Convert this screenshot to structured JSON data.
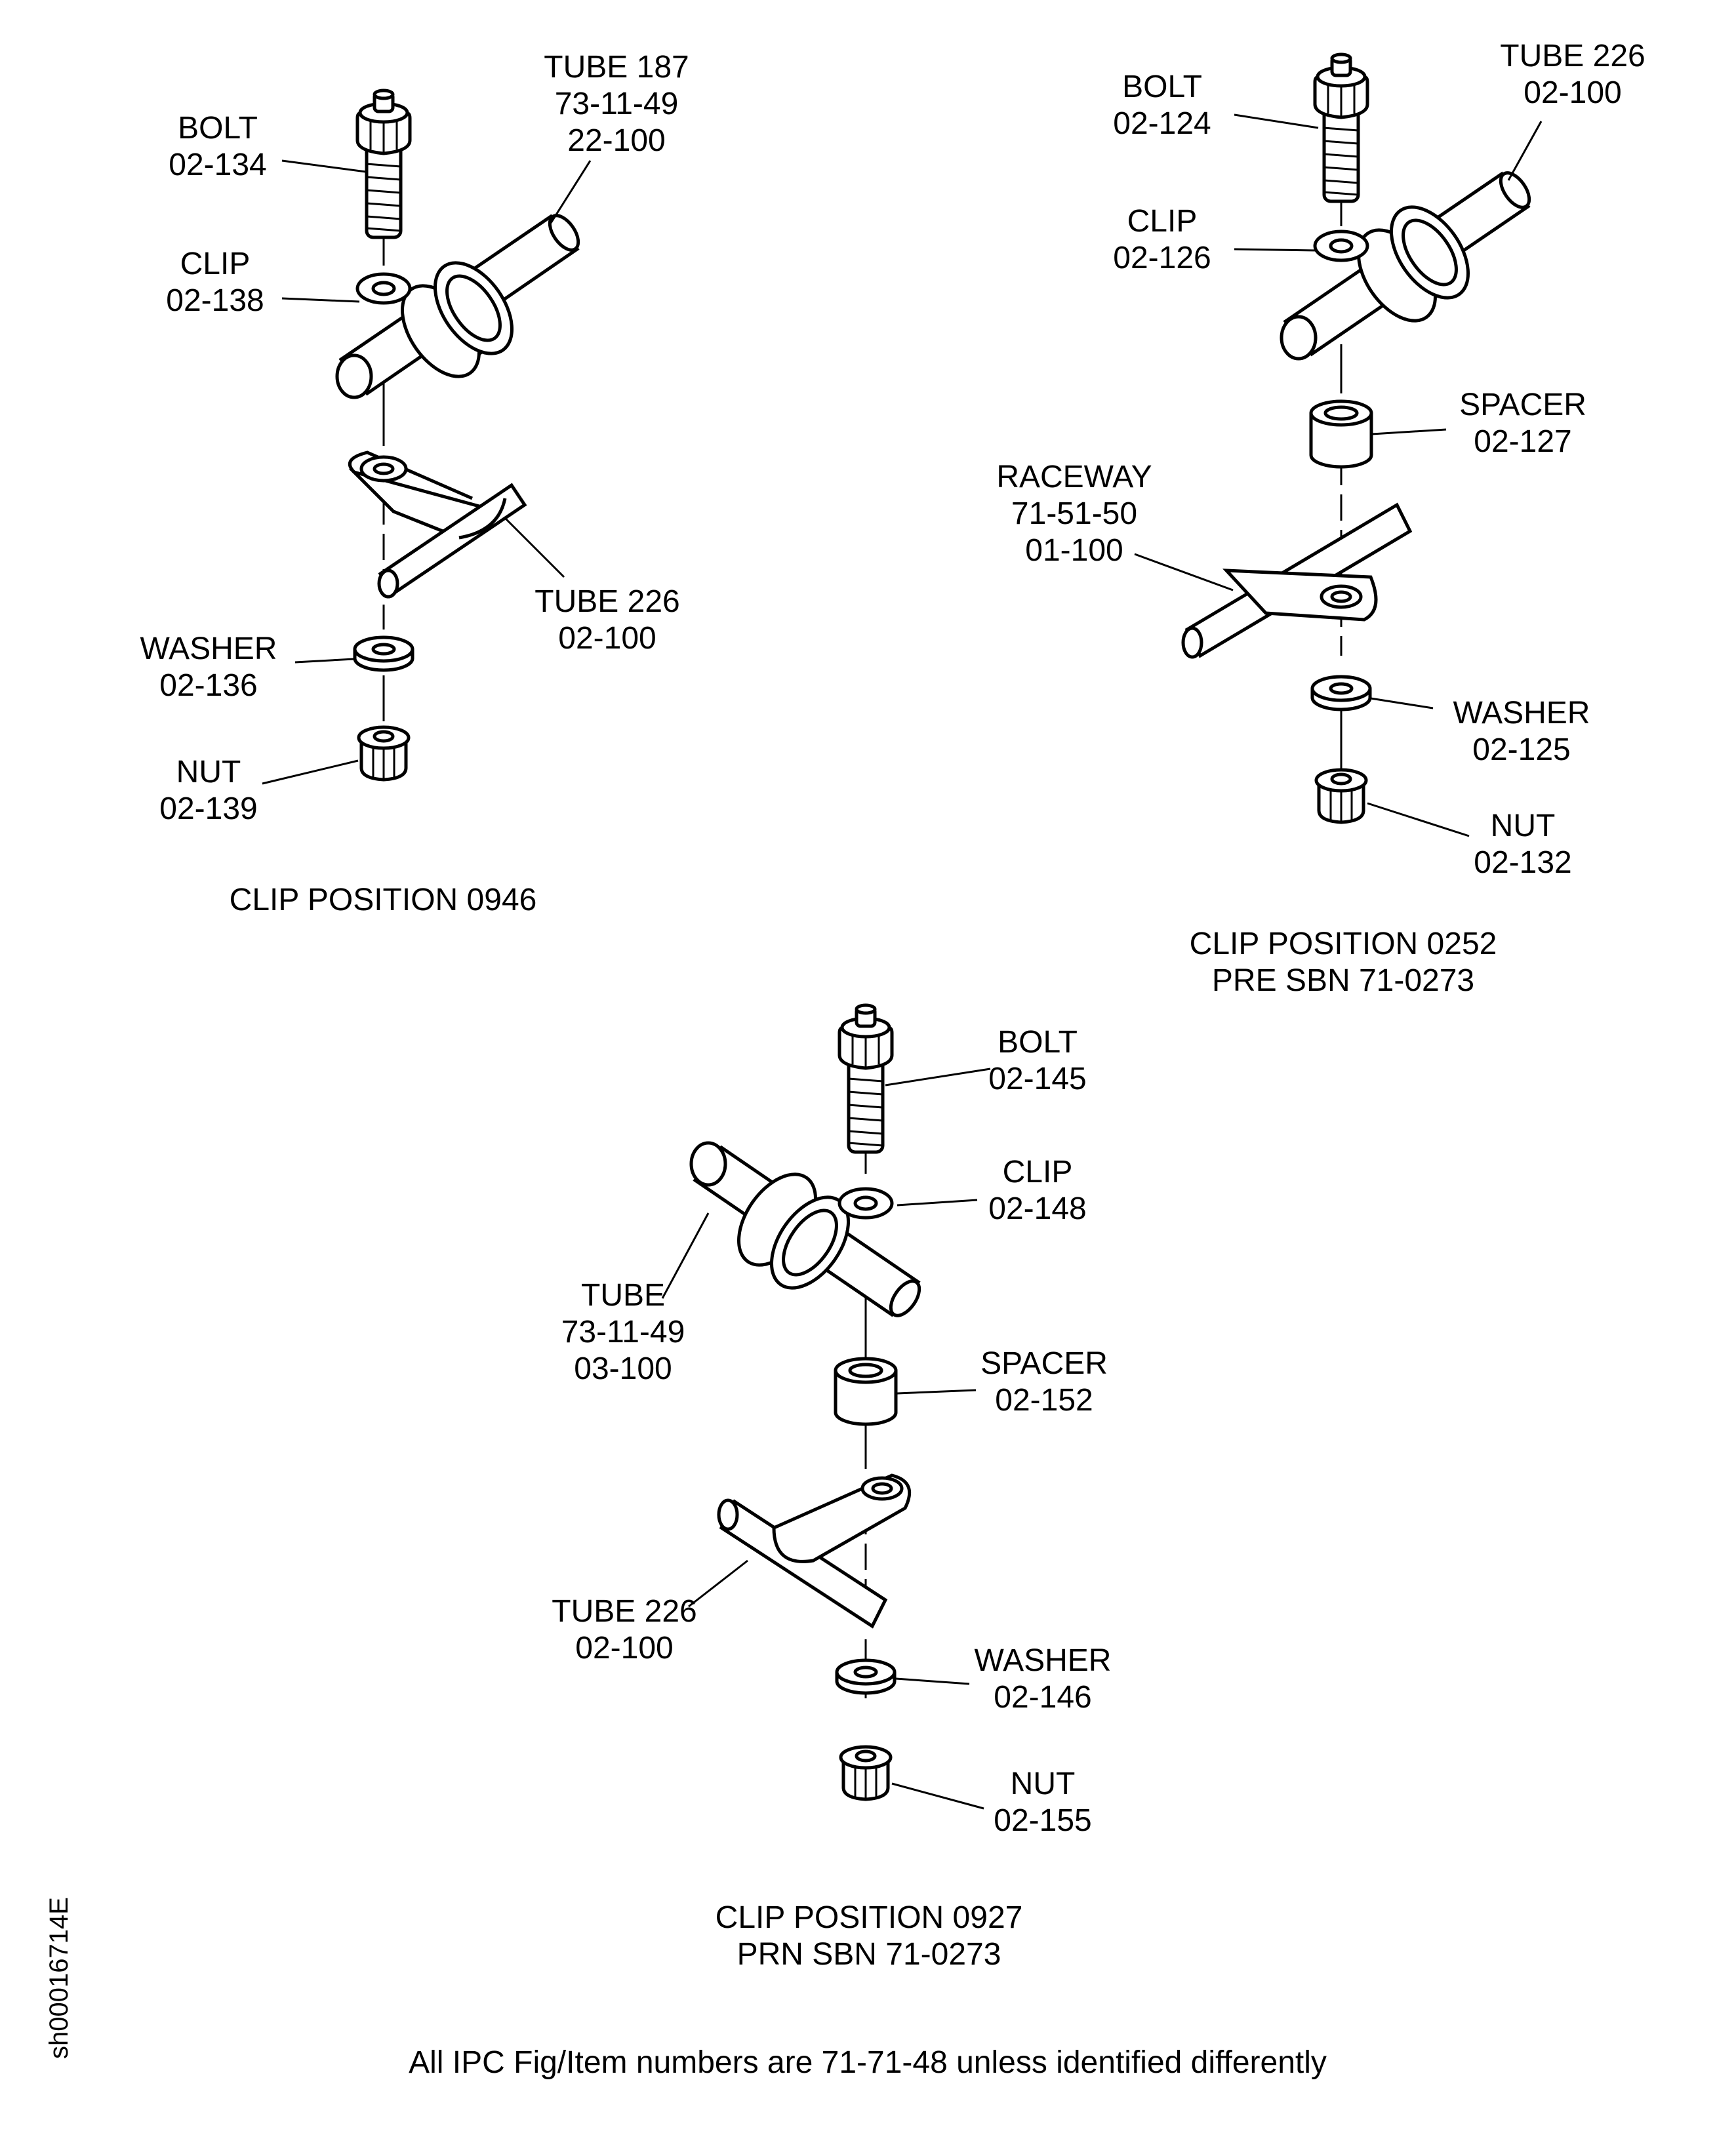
{
  "labels": {
    "v1_bolt": "BOLT",
    "v1_bolt_no": "02-134",
    "v1_clip": "CLIP",
    "v1_clip_no": "02-138",
    "v1_tube187": "TUBE 187",
    "v1_tube187_fig": "73-11-49",
    "v1_tube187_no": "22-100",
    "v1_tube226": "TUBE 226",
    "v1_tube226_no": "02-100",
    "v1_washer": "WASHER",
    "v1_washer_no": "02-136",
    "v1_nut": "NUT",
    "v1_nut_no": "02-139",
    "v2_bolt": "BOLT",
    "v2_bolt_no": "02-124",
    "v2_tube226": "TUBE 226",
    "v2_tube226_no": "02-100",
    "v2_clip": "CLIP",
    "v2_clip_no": "02-126",
    "v2_spacer": "SPACER",
    "v2_spacer_no": "02-127",
    "v2_raceway": "RACEWAY",
    "v2_raceway_fig": "71-51-50",
    "v2_raceway_no": "01-100",
    "v2_washer": "WASHER",
    "v2_washer_no": "02-125",
    "v2_nut": "NUT",
    "v2_nut_no": "02-132",
    "v3_bolt": "BOLT",
    "v3_bolt_no": "02-145",
    "v3_clip": "CLIP",
    "v3_clip_no": "02-148",
    "v3_tube": "TUBE",
    "v3_tube_fig": "73-11-49",
    "v3_tube_no": "03-100",
    "v3_spacer": "SPACER",
    "v3_spacer_no": "02-152",
    "v3_tube226": "TUBE 226",
    "v3_tube226_no": "02-100",
    "v3_washer": "WASHER",
    "v3_washer_no": "02-146",
    "v3_nut": "NUT",
    "v3_nut_no": "02-155"
  },
  "captions": {
    "v1": "CLIP POSITION 0946",
    "v2_line1": "CLIP POSITION 0252",
    "v2_line2": "PRE SBN 71-0273",
    "v3_line1": "CLIP POSITION 0927",
    "v3_line2": "PRN SBN 71-0273"
  },
  "footer": "All IPC Fig/Item numbers are 71-71-48 unless identified differently",
  "sheet_id": "sh00016714E"
}
